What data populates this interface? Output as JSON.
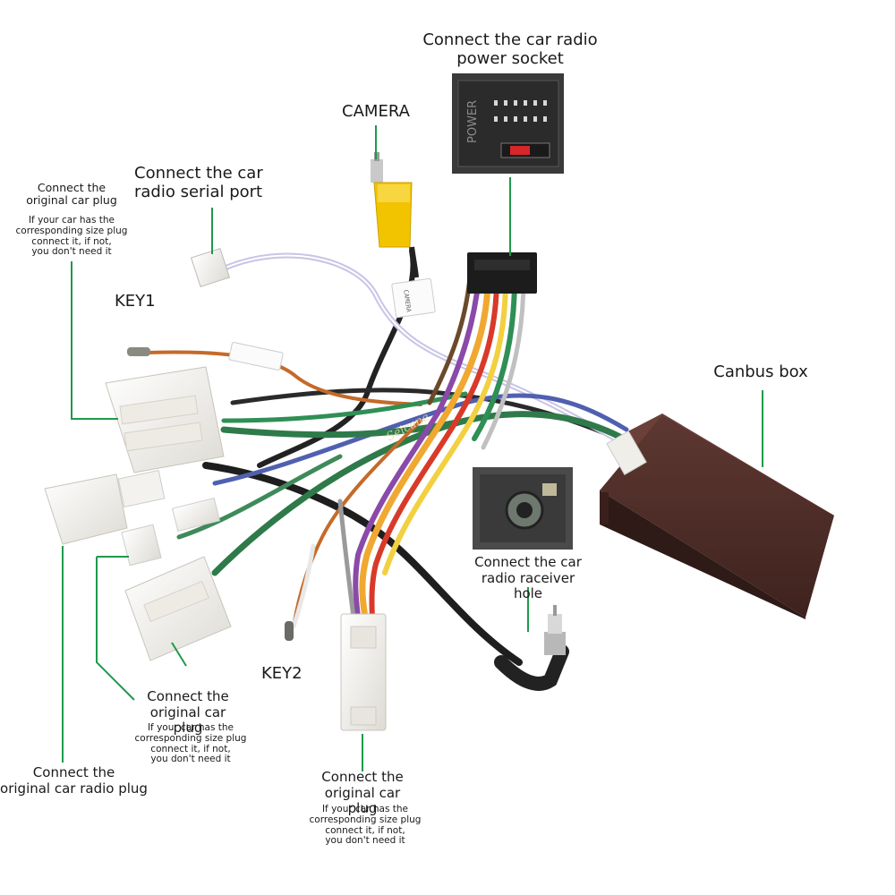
{
  "labels": {
    "power_socket": "Connect the car radio\npower socket",
    "camera": "CAMERA",
    "serial_port": "Connect the car\nradio  serial port",
    "orig_plug_top_title": "Connect the\noriginal car plug",
    "orig_plug_top_note": "If your car has the\ncorresponding size plug\nconnect it, if not,\nyou don't need it",
    "key1": "KEY1",
    "canbus": "Canbus box",
    "receiver_hole": "Connect the  car\nradio raceiver hole",
    "orig_plug_mid_title": "Connect the\noriginal car plug",
    "orig_plug_mid_note": "If your car has the\ncorresponding size plug\nconnect it, if not,\nyou don't need it",
    "key2": "KEY2",
    "orig_radio_plug": "Connect the\noriginal car radio plug",
    "orig_plug_bottom_title": "Connect the\noriginal car plug",
    "orig_plug_bottom_note": "If your car has the\ncorresponding size plug\nconnect it, if not,\nyou don't need it"
  },
  "photo_text": {
    "power_vertical": "POWER",
    "camera_tag": "CAMERA",
    "watermark": "Seicane"
  },
  "colors": {
    "leader": "#1e9a4a",
    "canbus_box": "#4a2a26",
    "connector": "#f4f2ee",
    "camera_yellow": "#f2c400",
    "fuse_red": "#d8262a"
  }
}
